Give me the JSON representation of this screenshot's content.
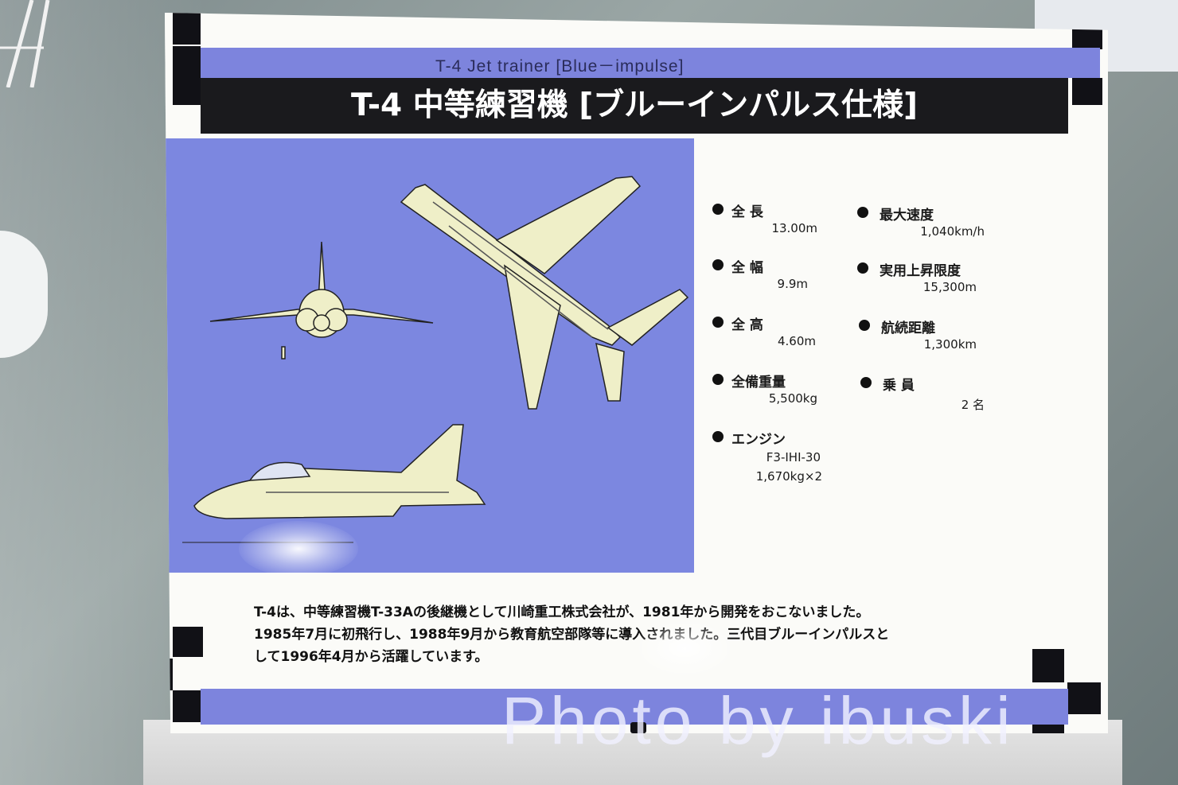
{
  "panel": {
    "subtitle": "T-4  Jet trainer    [Blue－impulse]",
    "title": "T-4  中等練習機  [ブルーインパルス仕様]"
  },
  "specs": [
    {
      "label": "全 長",
      "value": "13.00m"
    },
    {
      "label": "最大速度",
      "value": "1,040km/h"
    },
    {
      "label": "全 幅",
      "value": "9.9m"
    },
    {
      "label": "実用上昇限度",
      "value": "15,300m"
    },
    {
      "label": "全 高",
      "value": "4.60m"
    },
    {
      "label": "航続距離",
      "value": "1,300km"
    },
    {
      "label": "全備重量",
      "value": "5,500kg"
    },
    {
      "label": "乗 員",
      "value": "2 名"
    },
    {
      "label": "エンジン",
      "value": "F3-IHI-30",
      "value2": "1,670kg×2"
    }
  ],
  "description": [
    "T-4は、中等練習機T-33Aの後継機として川崎重工株式会社が、1981年から開発をおこないました。",
    "1985年7月に初飛行し、1988年9月から教育航空部隊等に導入されました。三代目ブルーインパルスと",
    "して1996年4月から活躍しています。"
  ],
  "watermark": "Photo by ibuski",
  "colors": {
    "band_blue": "#7d84dd",
    "diagram_blue": "#7c87e0",
    "aircraft_fill": "#efefc8",
    "title_bar": "#1a1a1d"
  }
}
